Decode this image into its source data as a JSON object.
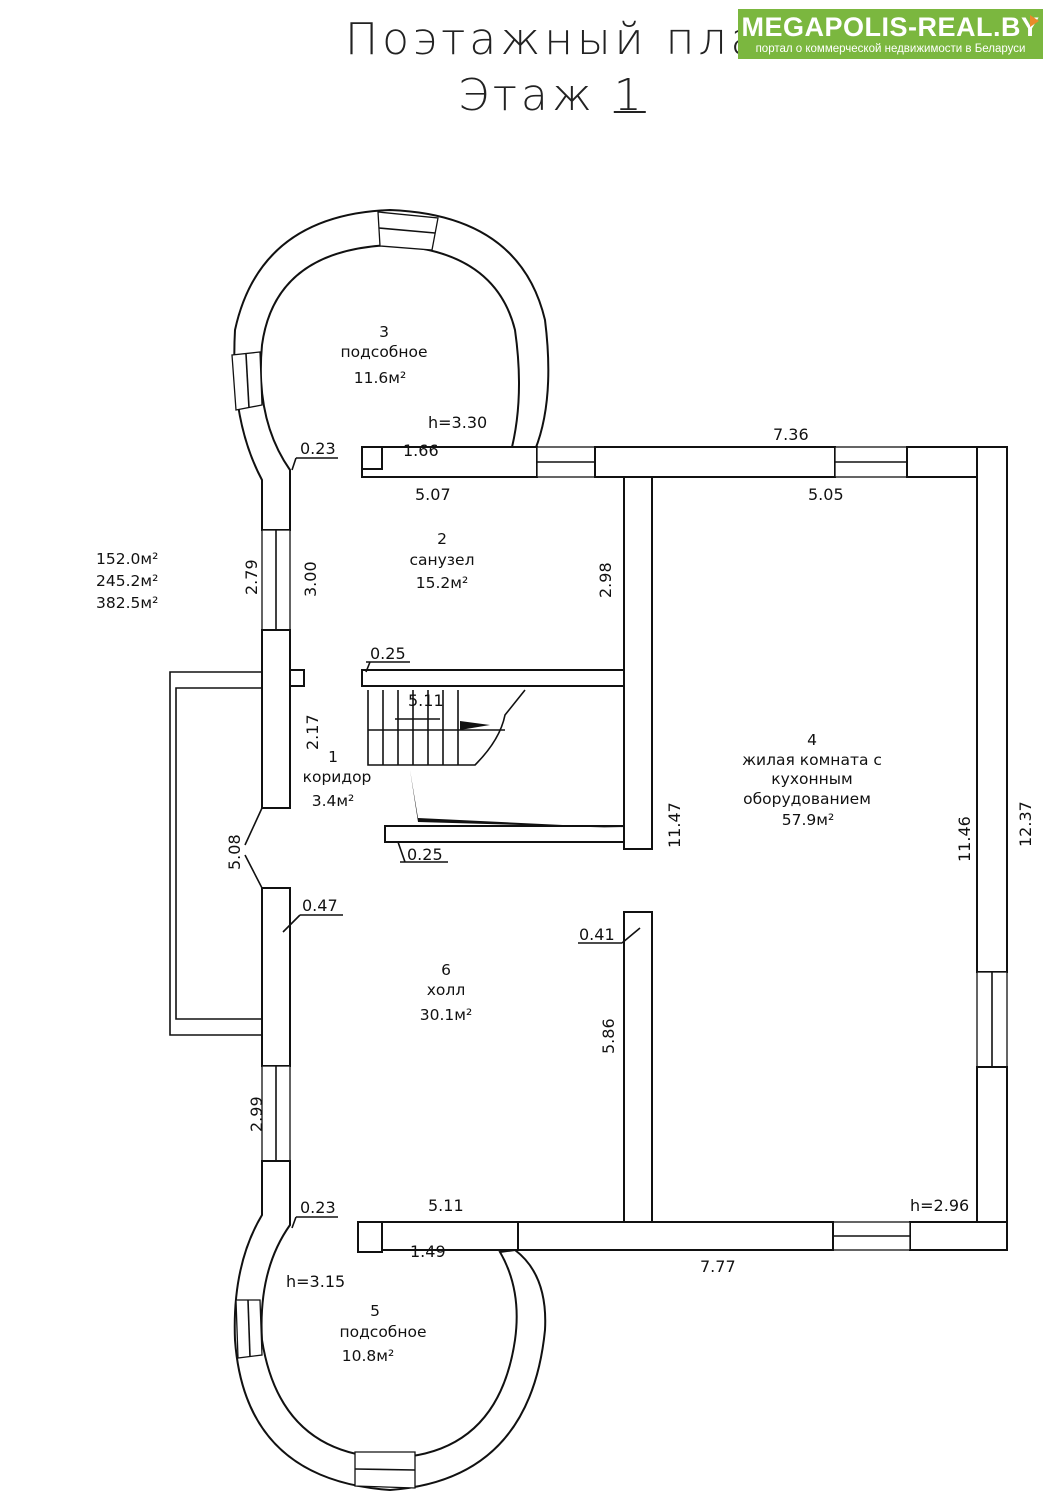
{
  "title": {
    "line1": "Поэтажный план",
    "line2_prefix": "Этаж ",
    "floor_number": "1"
  },
  "logo": {
    "name": "MEGAPOLIS-REAL.BY",
    "subtitle": "портал о коммерческой недвижимости в Беларуси"
  },
  "rooms": [
    {
      "number": "3",
      "name": "подсобное",
      "area": "11.6м²"
    },
    {
      "number": "2",
      "name": "санузел",
      "area": "15.2м²"
    },
    {
      "number": "1",
      "name": "коридор",
      "area": "3.4м²"
    },
    {
      "number": "4",
      "name_lines": [
        "жилая комната с",
        "кухонным",
        "оборудованием"
      ],
      "area": "57.9м²"
    },
    {
      "number": "6",
      "name": "холл",
      "area": "30.1м²"
    },
    {
      "number": "5",
      "name": "подсобное",
      "area": "10.8м²"
    }
  ],
  "totals": [
    "152.0м²",
    "245.2м²",
    "382.5м²"
  ],
  "heights": [
    "h=3.30",
    "h=2.96",
    "h=3.15"
  ],
  "dimensions": [
    "0.23",
    "1.66",
    "7.36",
    "5.07",
    "5.05",
    "2.79",
    "3.00",
    "2.98",
    "0.25",
    "5.11",
    "2.17",
    "11.47",
    "11.46",
    "12.37",
    "5.08",
    "0.25",
    "0.47",
    "0.41",
    "5.86",
    "2.99",
    "0.23",
    "5.11",
    "1.49",
    "7.77"
  ]
}
